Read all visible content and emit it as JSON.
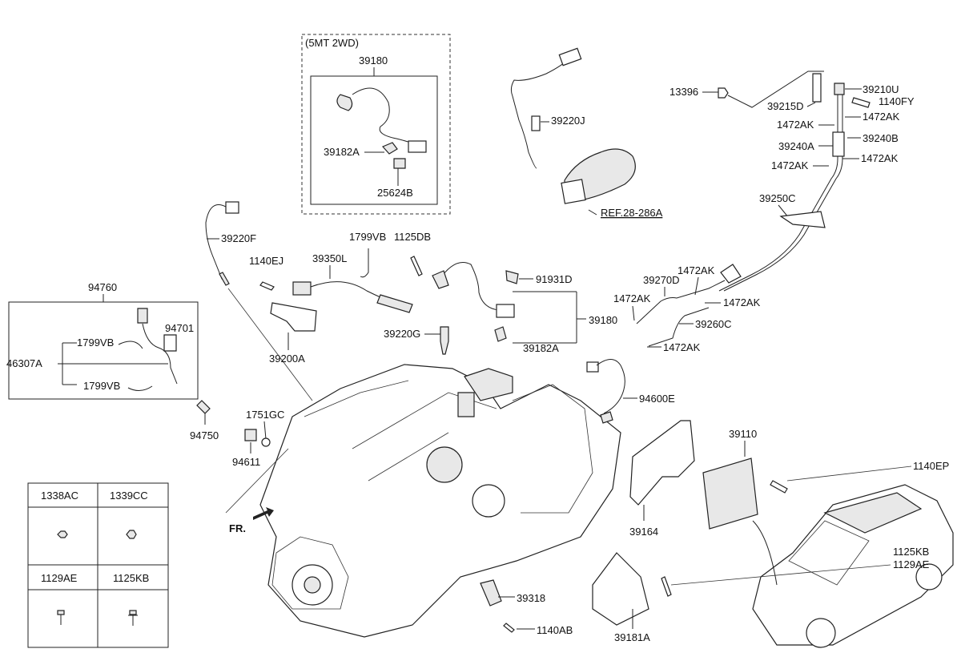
{
  "variant_box": {
    "label": "(5MT 2WD)"
  },
  "callouts": {
    "c39180_top": "39180",
    "c39182A_top": "39182A",
    "c25624B": "25624B",
    "c39220J": "39220J",
    "c_ref": "REF.28-286A",
    "c13396": "13396",
    "c39215D": "39215D",
    "c39210U": "39210U",
    "c1140FY": "1140FY",
    "c1472AK_1": "1472AK",
    "c1472AK_2": "1472AK",
    "c39240A": "39240A",
    "c39240B": "39240B",
    "c1472AK_3": "1472AK",
    "c1472AK_4": "1472AK",
    "c39250C": "39250C",
    "c39220F": "39220F",
    "c1799VB_top": "1799VB",
    "c1125DB": "1125DB",
    "c1140EJ": "1140EJ",
    "c39350L": "39350L",
    "c91931D": "91931D",
    "c39270D": "39270D",
    "c1472AK_5": "1472AK",
    "c1472AK_6": "1472AK",
    "c1472AK_7": "1472AK",
    "c39180_mid": "39180",
    "c39260C": "39260C",
    "c1472AK_8": "1472AK",
    "c39182A_mid": "39182A",
    "c39220G": "39220G",
    "c39200A": "39200A",
    "c94760": "94760",
    "c94701": "94701",
    "c1799VB_a": "1799VB",
    "c46307A": "46307A",
    "c1799VB_b": "1799VB",
    "c94750": "94750",
    "c1751GC": "1751GC",
    "c94611": "94611",
    "c94600E": "94600E",
    "c39110": "39110",
    "c1140EP": "1140EP",
    "c39164": "39164",
    "c1125KB": "1125KB",
    "c1129AE": "1129AE",
    "c39318": "39318",
    "c1140AB": "1140AB",
    "c39181A": "39181A",
    "fr": "FR."
  },
  "legend_table": {
    "cells": [
      "1338AC",
      "1339CC",
      "1129AE",
      "1125KB"
    ],
    "icons": [
      "nut-icon",
      "flange-nut-icon",
      "bolt-icon",
      "flange-bolt-icon"
    ]
  }
}
